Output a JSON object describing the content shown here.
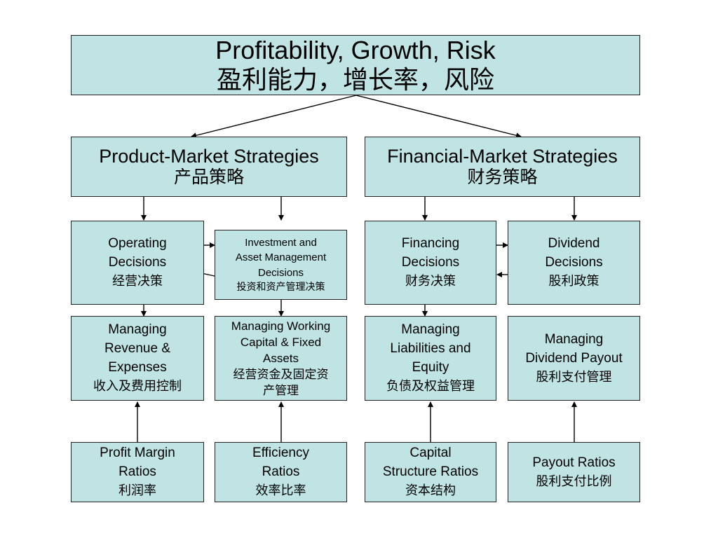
{
  "top": {
    "en": "Profitability, Growth, Risk",
    "zh": "盈利能力，增长率，风险"
  },
  "product_market": {
    "en": "Product-Market Strategies",
    "zh": "产品策略"
  },
  "financial_market": {
    "en": "Financial-Market Strategies",
    "zh": "财务策略"
  },
  "operating": {
    "en": "Operating\nDecisions",
    "zh": "经营决策"
  },
  "investment": {
    "en": "Investment and\nAsset Management\nDecisions",
    "zh": "投资和资产管理决策"
  },
  "financing": {
    "en": "Financing\nDecisions",
    "zh": "财务决策"
  },
  "dividend": {
    "en": "Dividend\nDecisions",
    "zh": "股利政策"
  },
  "revenue": {
    "en": "Managing\nRevenue &\nExpenses",
    "zh": "收入及费用控制"
  },
  "working_capital": {
    "en": "Managing Working\nCapital & Fixed\nAssets",
    "zh": "经营资金及固定资\n产管理"
  },
  "liabilities": {
    "en": "Managing\nLiabilities and\nEquity",
    "zh": "负债及权益管理"
  },
  "payout_mgmt": {
    "en": "Managing\nDividend Payout",
    "zh": "股利支付管理"
  },
  "profit_margin": {
    "en": "Profit Margin\nRatios",
    "zh": "利润率"
  },
  "efficiency": {
    "en": "Efficiency\nRatios",
    "zh": "效率比率"
  },
  "capital_structure": {
    "en": "Capital\nStructure Ratios",
    "zh": "资本结构"
  },
  "payout_ratios": {
    "en": "Payout Ratios",
    "zh": "股利支付比例"
  },
  "colors": {
    "box_fill": "#c0e4e4",
    "border": "#222222",
    "arrow": "#000000"
  }
}
